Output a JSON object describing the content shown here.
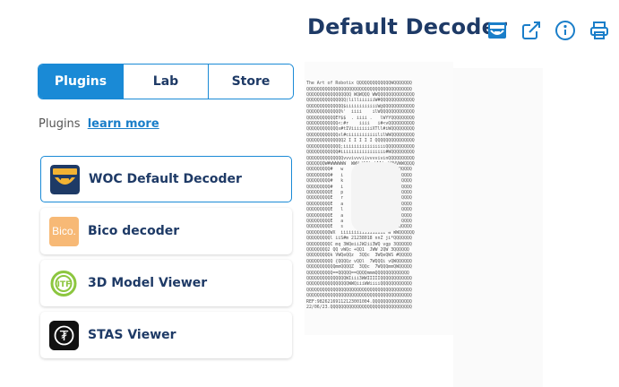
{
  "header": {
    "title": "Default Decoder",
    "icons": [
      "decoder-icon",
      "external-link-icon",
      "info-icon",
      "print-icon"
    ]
  },
  "tabs": [
    {
      "label": "Plugins",
      "active": true
    },
    {
      "label": "Lab",
      "active": false
    },
    {
      "label": "Store",
      "active": false
    }
  ],
  "plugins_section": {
    "label": "Plugins",
    "learn_more": "learn more"
  },
  "plugins": [
    {
      "name": "WOC Default Decoder",
      "icon": "woc-icon",
      "selected": true
    },
    {
      "name": "Bico decoder",
      "icon": "bico-icon",
      "icon_text": "Bico.",
      "selected": false
    },
    {
      "name": "3D Model Viewer",
      "icon": "3d-model-icon",
      "selected": false
    },
    {
      "name": "STAS Viewer",
      "icon": "stas-icon",
      "icon_text": "₮",
      "selected": false
    }
  ],
  "preview": {
    "lines": [
      "The Art of Robotix QQQQQQQQQQQQQWQQQQQQQ",
      "QQQQQQQQQQQQQQQQQQQQQQQQQQQQQQQQQQQQQQQQ",
      "QQQQQQQQQQQQQQQQQ WQWQQQ WWQQQQQQQQQQQQQQ",
      "QQQQQQQQQQQQQQQ(lilliiiiiiW#QQQQQQQQQQQQQ",
      "QQQQQQQQQQQQQQ$iiiiiiiiiiiiW@QQQQQQQQQQQQ",
      "QQQQQQQQQQQQQ%'  iiii    ilWQQQQQQQQQQQQQ",
      "QQQQQQQQQQQEY$$  . iiii .   lWYYQQQQQQQQQ",
      "QQQQQQQQQQQQ<:#r    iiii   i#<vQQQQQQQQQQ",
      "QQQQQQQQQQQQx#tIViiiiiiiiXTll#iWQQQQQQQQQ",
      "QQQQQQQQQQQQxl#ciiiiiiiiiiililWWQQQQQQQQQ",
      "QQQQQQQQQQQQQQ2 I I I I I QQQQQQQQQQQQQQQ",
      "QQQQQQQQQQQQQ;iiiiiiiiiiiiiiiiQQQQQQQQQQQ",
      "QQQQQQQQQQQQ#iiiiiiiiiiiiiiiii#WQQQQQQQQQ",
      "QQQQQQQQQQQQQQvvvivvviivvvvivinQQQQQQQQQQ",
      "QQQQQQQW#WWWWWW  WWV WWW  WWW  WQVVWWQQQQ",
      "QQQQQQQQQ#   w                W WWQQQQQQ",
      "QQQQQQQQQ#   i                o WWQQQQQQ",
      "QQQQQQQQQ#   k                r WWQQQQQQ",
      "QQQQQQQQQ#   i                l WWQQQQQQ",
      "QQQQQQQQQE   p                d WWQQQQQQ",
      "QQQQQQQQQE   r                v WWQQQQQQ",
      "QQQQQQQQQE   a                i WWQQQQQQ",
      "QQQQQQQQQE   l                a WWQQQQQQ",
      "QQQQQQQQQE   a                z WWQQQQQQ",
      "QQQQQQQQQE   a                a WWQQQQQQ",
      "QQQQQQQQQE   s                o WWQQQQQQ",
      "QQQQQQQQQWX  iiiiiiiiiiiiiiiii W WWQQQQQQ",
      "QQQQQQQQQl iiS#m 21238018 nnZ ji*QQQQQQQ",
      "QQQQQQQQQC mq 3WQeiiJW2ii3WQ vgp 3QQQQQQ",
      "QQQQQQQQ2 QQ vWQc +QQ1  JWW 2QW 3QQQQQQ",
      "QQQQQQQQQk VWQeQQz  3QQc  3WQeQWS #QQQQQ",
      "QQQQQQQQQQ {QQQQz vQQl  7WQQQi vQWQQQQQQ",
      "QQQQQQQQQQQmmQQQQZ  3QQc  7WQQQmmQWQQQQQ",
      "QQQQQQQQQQ==QQQQQ==QQQQmmmQQQQQQQQQQQQQ",
      "QQQQQQQQQQQQQQQWIiii3WWIIIIIQQQQQQQQQQQQ",
      "QQQQQQQQQQQQQQQQWWQiiiWWiiiiQQQQQQQQQQQQ",
      "QQQQQQQQQQQQQQQQQQQQQQQQQQQQQQQQQQQQQQQQ",
      "QQQQQQQQQQQQQQQQQQQQQQQQQQQQQQQQQQQQQQQQ",
      "REF:98262169112123001004.QQQQQQQQQQQQQQQ",
      "22/06/23.QQQQQQQQQQQQQQQQQQQQQQQQQQQQQQQ"
    ]
  }
}
